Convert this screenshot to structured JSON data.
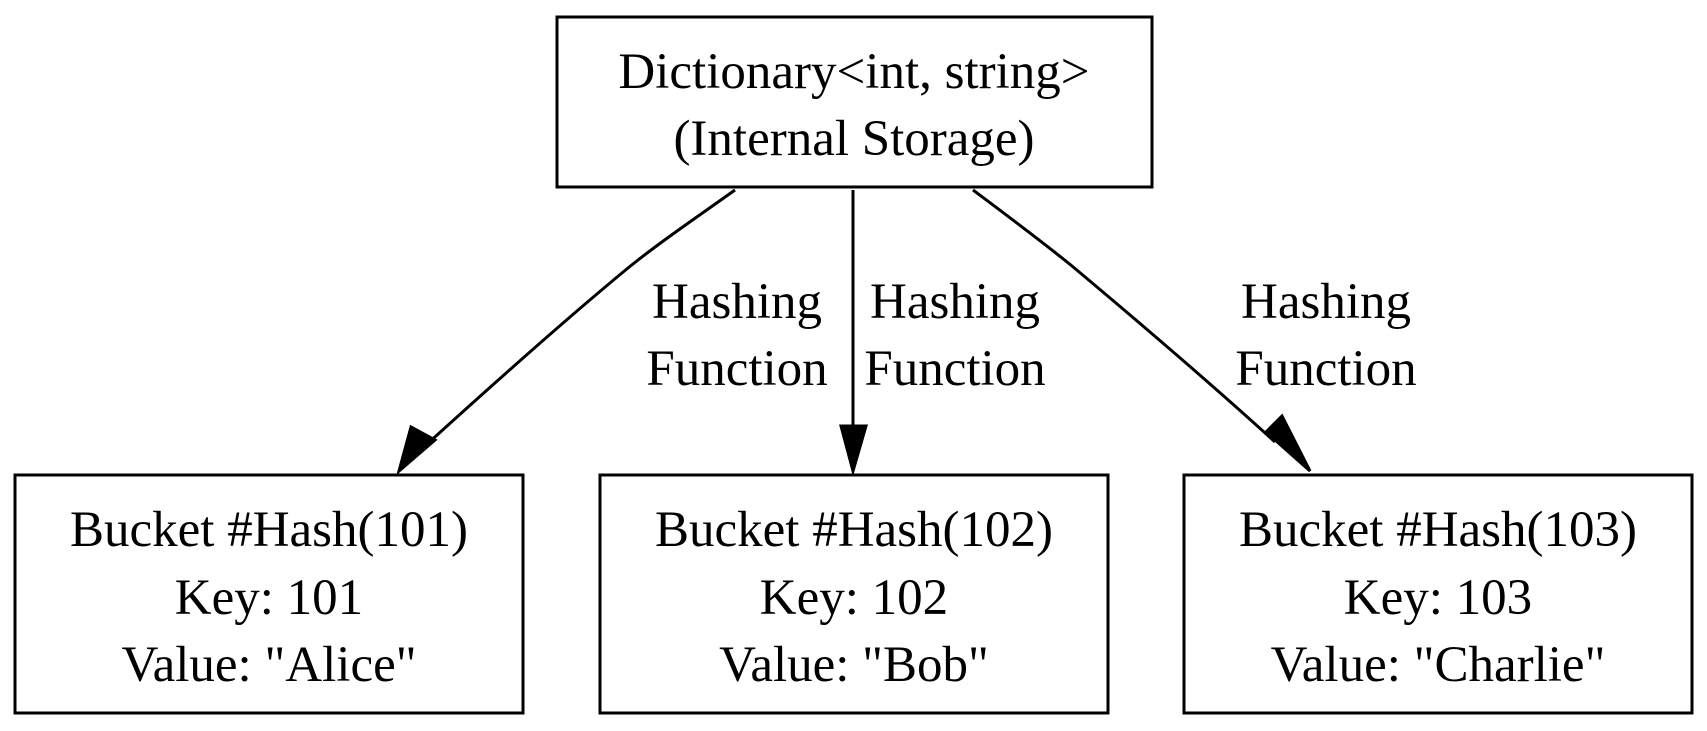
{
  "root": {
    "title": "Dictionary<int, string>",
    "subtitle": "(Internal Storage)"
  },
  "buckets": [
    {
      "title": "Bucket #Hash(101)",
      "key": "Key: 101",
      "value": "Value: \"Alice\""
    },
    {
      "title": "Bucket #Hash(102)",
      "key": "Key: 102",
      "value": "Value: \"Bob\""
    },
    {
      "title": "Bucket #Hash(103)",
      "key": "Key: 103",
      "value": "Value: \"Charlie\""
    }
  ],
  "edges": [
    {
      "line1": "Hashing",
      "line2": "Function"
    },
    {
      "line1": "Hashing",
      "line2": "Function"
    },
    {
      "line1": "Hashing",
      "line2": "Function"
    }
  ]
}
